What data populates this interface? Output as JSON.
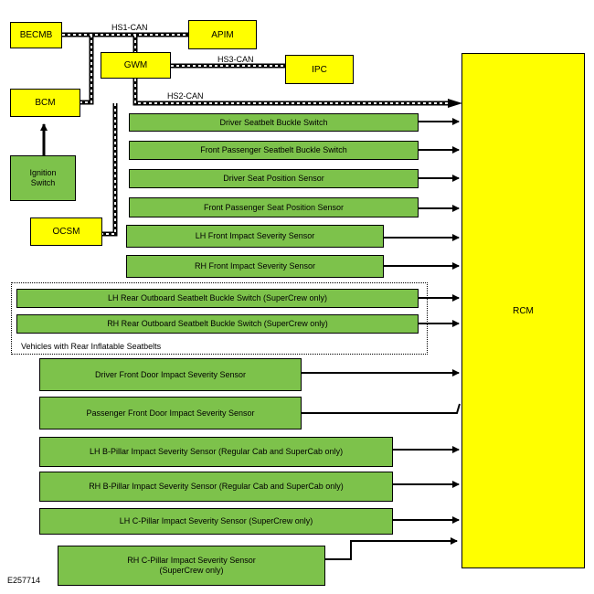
{
  "modules": {
    "becmb": "BECMB",
    "apim": "APIM",
    "gwm": "GWM",
    "ipc": "IPC",
    "bcm": "BCM",
    "ignition": "Ignition\nSwitch",
    "ocsm": "OCSM",
    "rcm": "RCM"
  },
  "buses": {
    "hs1": "HS1-CAN",
    "hs2": "HS2-CAN",
    "hs3": "HS3-CAN"
  },
  "sensors": [
    "Driver Seatbelt Buckle Switch",
    "Front Passenger Seatbelt Buckle Switch",
    "Driver Seat Position Sensor",
    "Front Passenger Seat Position Sensor",
    "LH Front Impact Severity Sensor",
    "RH Front Impact Severity Sensor",
    "LH Rear Outboard Seatbelt Buckle Switch (SuperCrew only)",
    "RH Rear Outboard Seatbelt Buckle Switch (SuperCrew only)",
    "Driver Front Door Impact Severity Sensor",
    "Passenger Front Door Impact Severity Sensor",
    "LH B-Pillar Impact Severity Sensor (Regular Cab and SuperCab only)",
    "RH B-Pillar Impact Severity Sensor (Regular Cab and SuperCab only)",
    "LH C-Pillar Impact Severity Sensor (SuperCrew only)",
    "RH C-Pillar Impact Severity Sensor\n(SuperCrew only)"
  ],
  "group_note": "Vehicles with Rear Inflatable Seatbelts",
  "figure_id": "E257714",
  "colors": {
    "module_fill": "#ffff00",
    "sensor_fill": "#7dc24b"
  }
}
